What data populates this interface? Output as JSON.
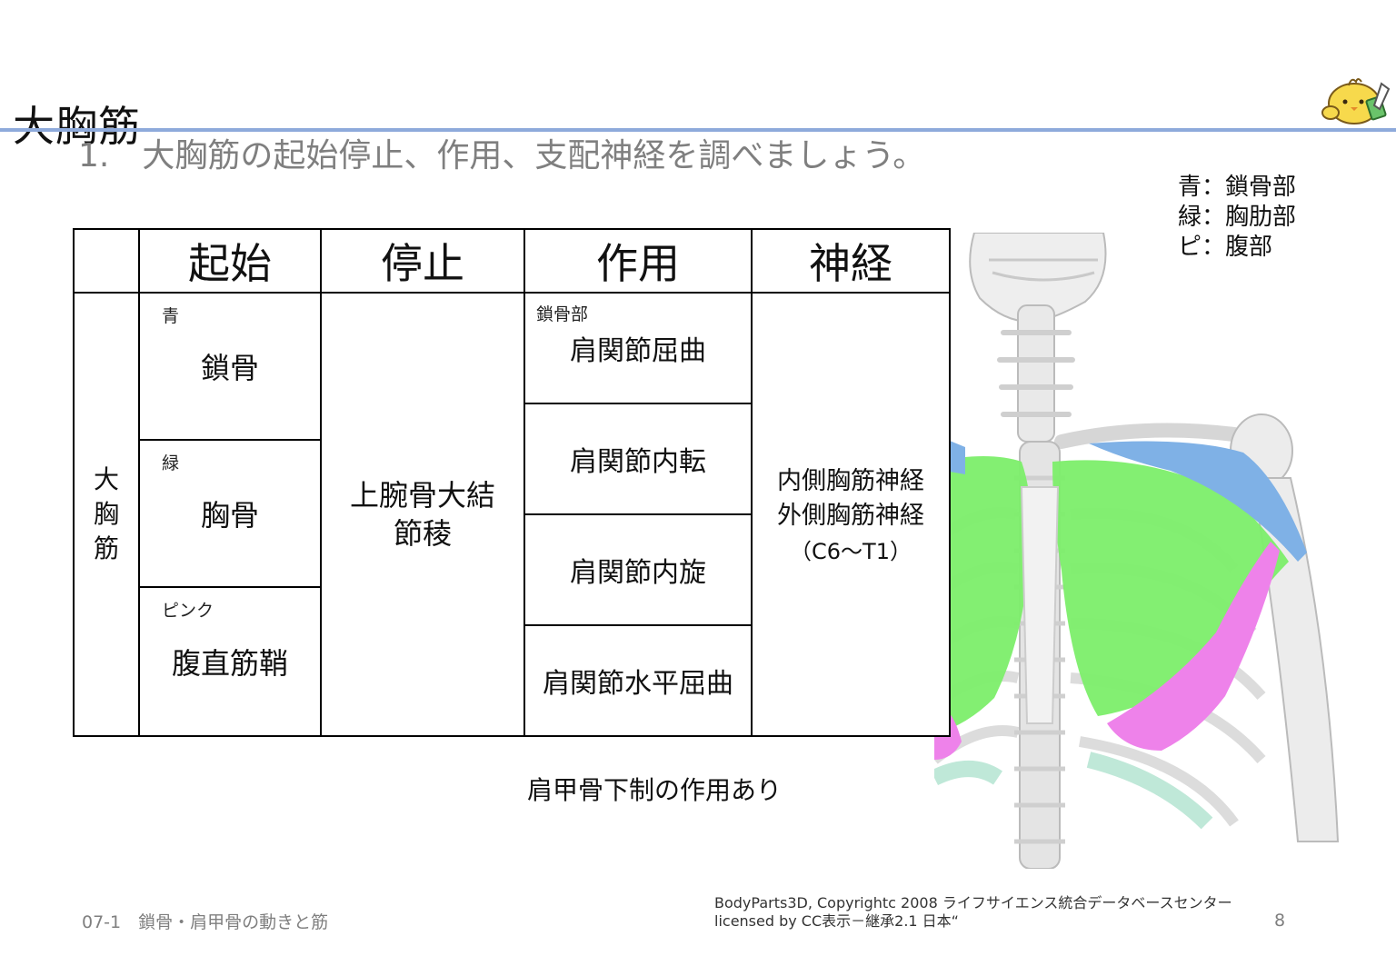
{
  "title": "大胸筋",
  "question": "1.　大胸筋の起始停止、作用、支配神経を調べましょう。",
  "legend": [
    "青：鎖骨部",
    "緑：胸肋部",
    "ピ：腹部"
  ],
  "table": {
    "headers": [
      "起始",
      "停止",
      "作用",
      "神経"
    ],
    "row_label": "大胸筋",
    "origins": [
      {
        "tag": "青",
        "value": "鎖骨"
      },
      {
        "tag": "緑",
        "value": "胸骨"
      },
      {
        "tag": "ピンク",
        "value": "腹直筋鞘"
      }
    ],
    "insertion": "上腕骨大結節稜",
    "actions": [
      {
        "tag": "鎖骨部",
        "value": "肩関節屈曲"
      },
      {
        "tag": "",
        "value": "肩関節内転"
      },
      {
        "tag": "",
        "value": "肩関節内旋"
      },
      {
        "tag": "",
        "value": "肩関節水平屈曲"
      }
    ],
    "nerve_lines": [
      "内側胸筋神経",
      "外側胸筋神経",
      "（C6～T1）"
    ]
  },
  "note": "肩甲骨下制の作用あり",
  "footer": "07-1　鎖骨・肩甲骨の動きと筋",
  "credit": [
    "BodyParts3D, Copyrightc 2008 ライフサイエンス統合データベースセンター",
    "licensed by CC表示－継承2.1 日本“"
  ],
  "page_number": "8",
  "colors": {
    "title_rule": "#8eaadb",
    "clavicular_part": "#7fb1e6",
    "sternocostal_part": "#7cee6a",
    "abdominal_part": "#ee82ea",
    "bone": "#e6e6e6"
  },
  "icons": [
    "chick-mascot-icon",
    "skeleton-chest-illustration"
  ]
}
